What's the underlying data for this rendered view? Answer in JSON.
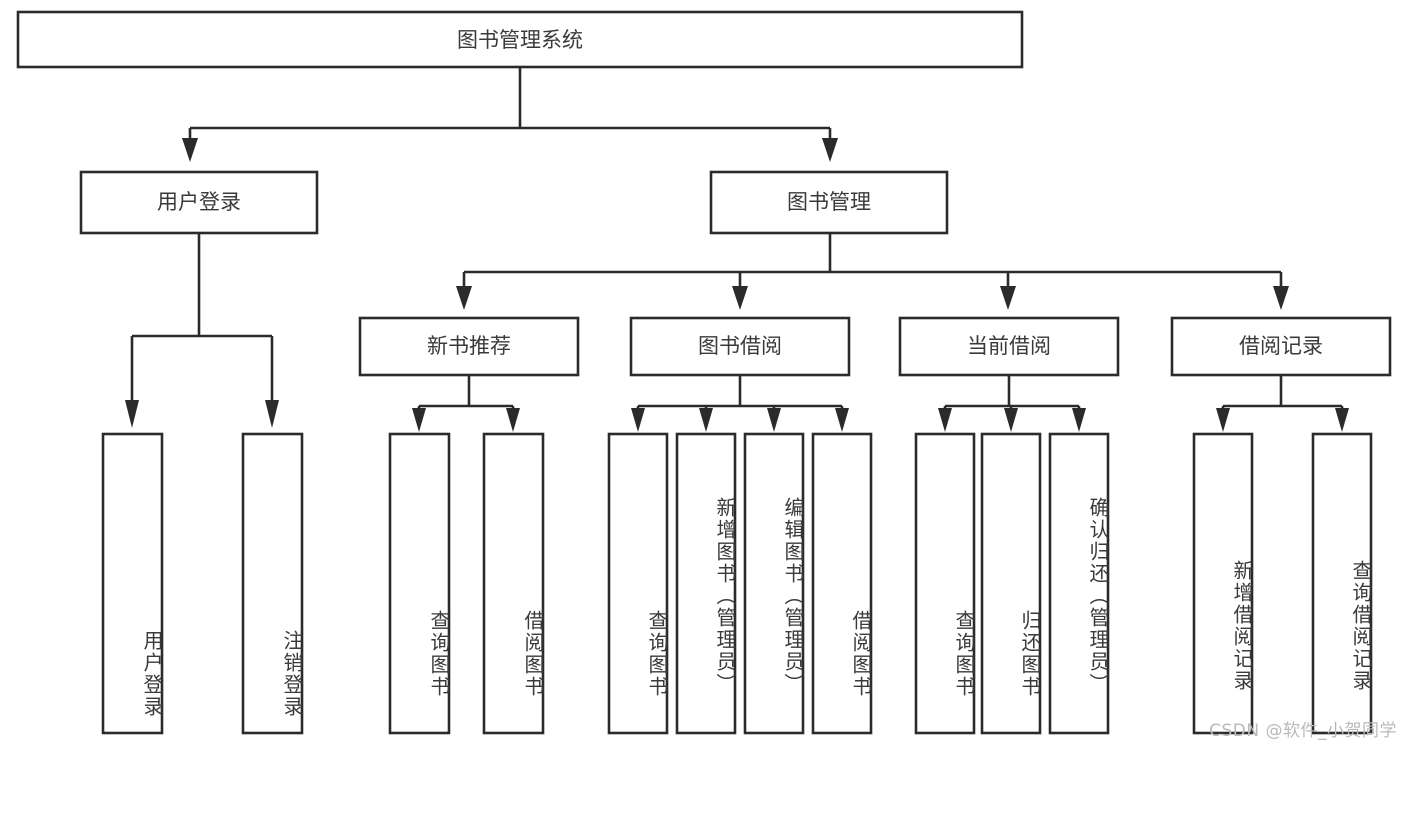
{
  "diagram": {
    "type": "tree",
    "title": "图书管理系统",
    "orientation": "top-down",
    "colors": {
      "stroke": "#2b2b2b",
      "fill": "#ffffff",
      "text": "#3a3a3a",
      "background": "#ffffff",
      "watermark": "#b9b9b9"
    },
    "root": {
      "label": "图书管理系统"
    },
    "level2": [
      {
        "label": "用户登录"
      },
      {
        "label": "图书管理"
      }
    ],
    "level3": [
      {
        "label": "新书推荐"
      },
      {
        "label": "图书借阅"
      },
      {
        "label": "当前借阅"
      },
      {
        "label": "借阅记录"
      }
    ],
    "leaves": {
      "user_login": [
        {
          "label": "用户登录"
        },
        {
          "label": "注销登录"
        }
      ],
      "new_book_recommend": [
        {
          "label": "查询图书"
        },
        {
          "label": "借阅图书"
        }
      ],
      "book_borrow": [
        {
          "label": "查询图书"
        },
        {
          "label": "新增图书（管理员）"
        },
        {
          "label": "编辑图书（管理员）"
        },
        {
          "label": "借阅图书"
        }
      ],
      "current_borrow": [
        {
          "label": "查询图书"
        },
        {
          "label": "归还图书"
        },
        {
          "label": "确认归还（管理员）"
        }
      ],
      "borrow_record": [
        {
          "label": "新增借阅记录"
        },
        {
          "label": "查询借阅记录"
        }
      ]
    }
  },
  "watermark": {
    "text": "CSDN @软件_小贺同学"
  }
}
